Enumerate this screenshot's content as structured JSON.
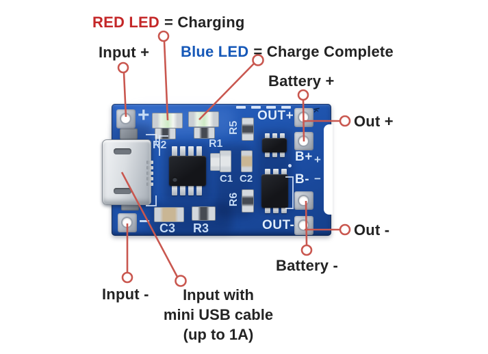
{
  "diagram": {
    "annotations": {
      "red_led_title": "RED LED",
      "red_led_rest": "= Charging",
      "blue_led_title": "Blue LED",
      "blue_led_rest": "= Charge Complete",
      "input_plus": "Input +",
      "battery_plus": "Battery +",
      "out_plus": "Out +",
      "out_minus": "Out -",
      "battery_minus": "Battery -",
      "input_minus": "Input -",
      "usb_note_line1": "Input with",
      "usb_note_line2": "mini USB cable",
      "usb_note_line3": "(up to 1A)"
    },
    "board_silkscreen": {
      "input_plus_mark": "+",
      "input_minus_mark": "−",
      "out_plus": "OUT+",
      "b_plus": "B+",
      "b_minus": "B-",
      "out_minus": "OUT-",
      "edge_plus": "+",
      "edge_minus": "−",
      "r1": "R1",
      "r2": "R2",
      "r3": "R3",
      "r5": "R5",
      "r6": "R6",
      "c1": "C1",
      "c2": "C2",
      "c3": "C3",
      "corner_mark": "k"
    },
    "colors": {
      "pcb_blue": "#1e55b0",
      "silkscreen": "#d7e5fa",
      "leader_line": "#c9574f",
      "red_label": "#c42728",
      "blue_label": "#1658b8",
      "text": "#232323"
    }
  }
}
